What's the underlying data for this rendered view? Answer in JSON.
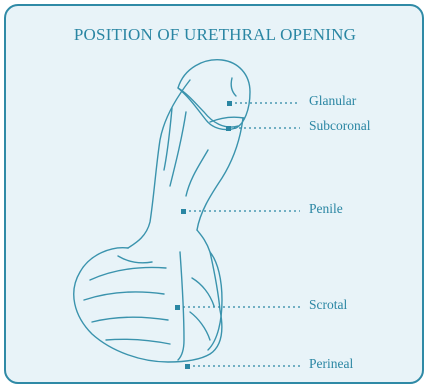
{
  "title": "POSITION OF URETHRAL OPENING",
  "labels": [
    "Glanular",
    "Subcoronal",
    "Penile",
    "Scrotal",
    "Perineal"
  ],
  "colors": {
    "background": "#e8f3f8",
    "border": "#2f8aa6",
    "text": "#2a86a3",
    "marker": "#2a86a3",
    "outline": "#3a93ad"
  }
}
